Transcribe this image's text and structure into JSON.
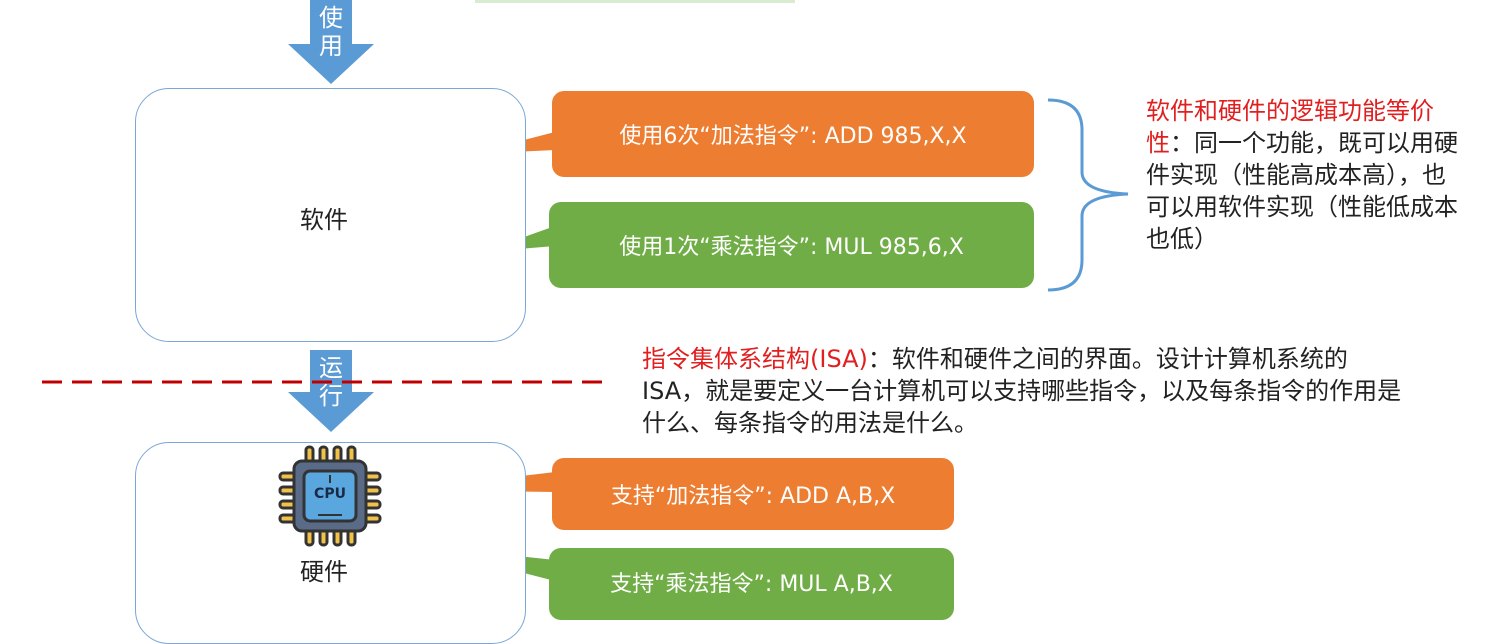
{
  "arrows": {
    "use_label": [
      "使",
      "用"
    ],
    "run_label": [
      "运",
      "行"
    ]
  },
  "software": {
    "label": "软件",
    "add_callout": "使用6次“加法指令”: ADD 985,X,X",
    "mul_callout": "使用1次“乘法指令”: MUL 985,6,X"
  },
  "hardware": {
    "label": "硬件",
    "chip_text": "CPU",
    "add_callout": "支持“加法指令”: ADD A,B,X",
    "mul_callout": "支持“乘法指令”: MUL A,B,X"
  },
  "equivalence_note": {
    "highlight": "软件和硬件的逻辑功能等价性",
    "text": "：同一个功能，既可以用硬件实现（性能高成本高），也可以用软件实现（性能低成本也低）"
  },
  "isa_note": {
    "highlight": "指令集体系结构(ISA)",
    "text": "：软件和硬件之间的界面。设计计算机系统的ISA，就是要定义一台计算机可以支持哪些指令，以及每条指令的作用是什么、每条指令的用法是什么。"
  },
  "colors": {
    "orange": "#ed7d31",
    "green": "#70ad47",
    "blue_arrow": "#5b9bd5",
    "red_text": "#e02020",
    "divider": "#c00000"
  }
}
